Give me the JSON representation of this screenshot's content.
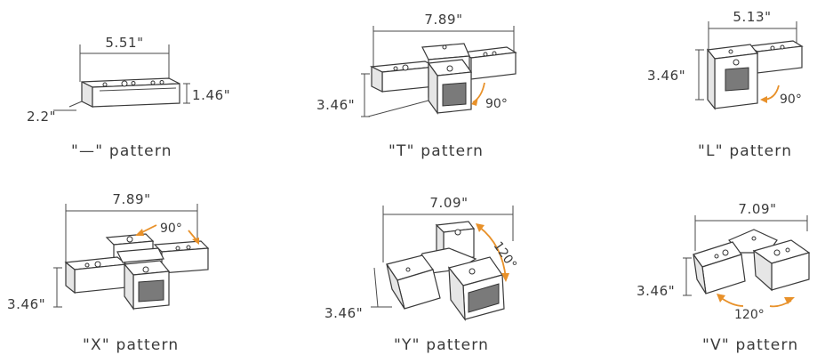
{
  "connectors": [
    {
      "id": "straight",
      "caption": "\"—\" pattern",
      "dims": {
        "length": "5.51\"",
        "height": "1.46\"",
        "depth": "2.2\""
      }
    },
    {
      "id": "t",
      "caption": "\"T\" pattern",
      "dims": {
        "length": "7.89\"",
        "height": "3.46\""
      },
      "angle": "90°"
    },
    {
      "id": "l",
      "caption": "\"L\" pattern",
      "dims": {
        "length": "5.13\"",
        "height": "3.46\""
      },
      "angle": "90°"
    },
    {
      "id": "x",
      "caption": "\"X\" pattern",
      "dims": {
        "length": "7.89\"",
        "height": "3.46\""
      },
      "angle": "90°"
    },
    {
      "id": "y",
      "caption": "\"Y\" pattern",
      "dims": {
        "length": "7.09\"",
        "height": "3.46\""
      },
      "angle": "120°"
    },
    {
      "id": "v",
      "caption": "\"V\" pattern",
      "dims": {
        "length": "7.09\"",
        "height": "3.46\""
      },
      "angle": "120°"
    }
  ],
  "colors": {
    "accent": "#e8912a",
    "line": "#3a3a3a"
  }
}
